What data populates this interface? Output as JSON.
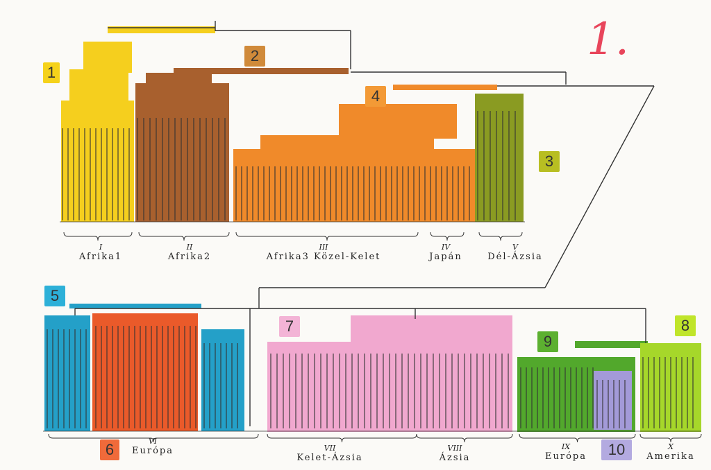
{
  "page_number": "1.",
  "page_number_color": "#e8455b",
  "line_color": "#333333",
  "clades": [
    {
      "number": "1",
      "color": "#f5cf1e",
      "badge_color": "#f5d21a"
    },
    {
      "number": "2",
      "color": "#a8602e",
      "badge_color": "#d08a3a"
    },
    {
      "number": "3",
      "color": "#8a9b22",
      "badge_color": "#b8be22"
    },
    {
      "number": "4",
      "color": "#f08a2a",
      "badge_color": "#f39a36"
    },
    {
      "number": "5",
      "color": "#24a0c8",
      "badge_color": "#2db0d8"
    },
    {
      "number": "6",
      "color": "#ea5a2a",
      "badge_color": "#f06a3a"
    },
    {
      "number": "7",
      "color": "#f1a8cf",
      "badge_color": "#f3b4d6"
    },
    {
      "number": "8",
      "color": "#a6d72a",
      "badge_color": "#c0e52a"
    },
    {
      "number": "9",
      "color": "#52a82c",
      "badge_color": "#5cb030"
    },
    {
      "number": "10",
      "color": "#a39ad8",
      "badge_color": "#b3aae0"
    }
  ],
  "groups": [
    {
      "roman": "I",
      "name": "Afrika1"
    },
    {
      "roman": "II",
      "name": "Afrika2"
    },
    {
      "roman": "III",
      "name": "Afrika3 Közel-Kelet"
    },
    {
      "roman": "IV",
      "name": "Japán"
    },
    {
      "roman": "V",
      "name": "Dél-Ázsia"
    },
    {
      "roman": "VI",
      "name": "Európa"
    },
    {
      "roman": "VII",
      "name": "Kelet-Ázsia"
    },
    {
      "roman": "VIII",
      "name": "Ázsia"
    },
    {
      "roman": "IX",
      "name": "Európa"
    },
    {
      "roman": "X",
      "name": "Amerika"
    }
  ]
}
